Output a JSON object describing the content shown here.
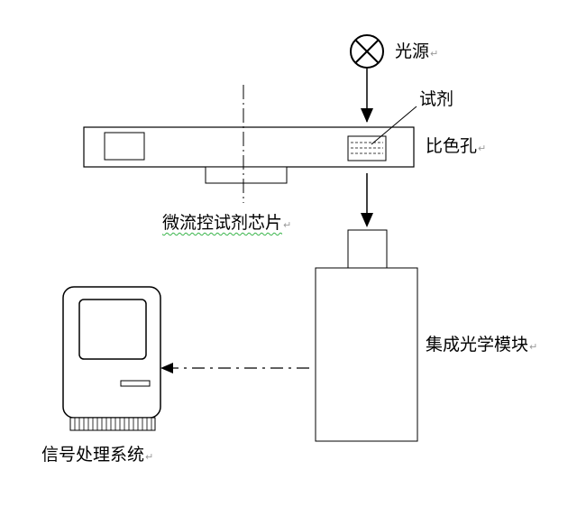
{
  "labels": {
    "light_source": "光源",
    "reagent": "试剂",
    "cuvette": "比色孔",
    "chip": "微流控试剂芯片",
    "optics_module": "集成光学模块",
    "signal_system": "信号处理系统"
  },
  "return_mark": "↵",
  "colors": {
    "stroke": "#000000",
    "background": "#ffffff",
    "spellcheck_underline": "#39b54a",
    "return_mark": "#9a9a9a"
  }
}
